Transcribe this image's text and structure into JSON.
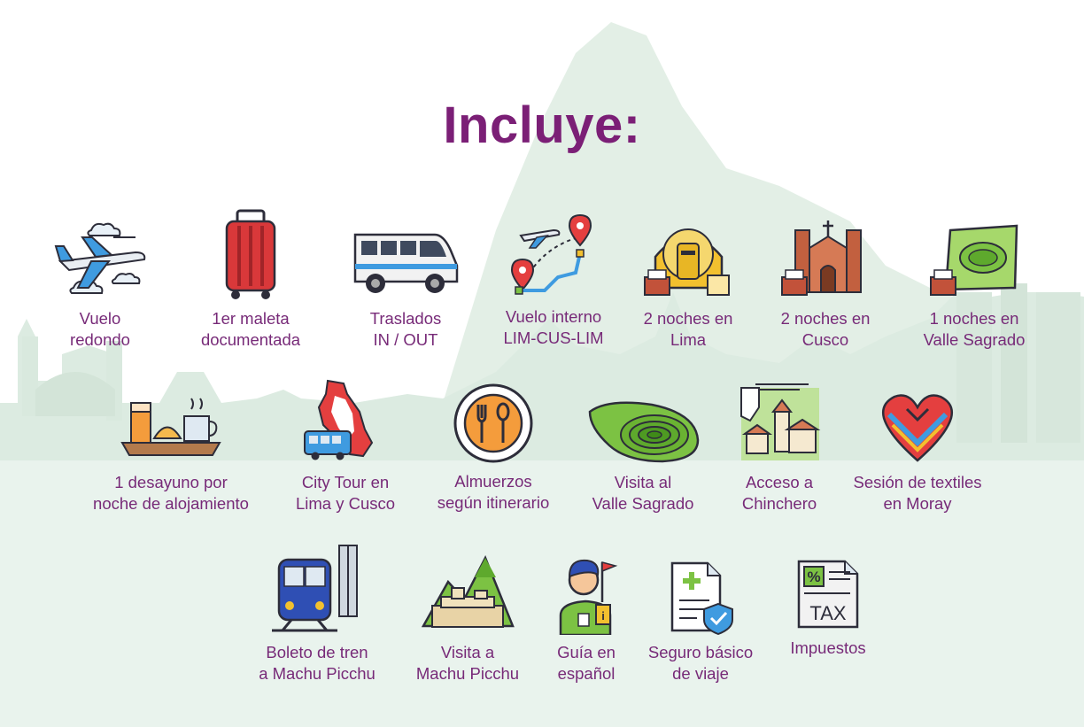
{
  "title": "Incluye:",
  "colors": {
    "title": "#7b1f76",
    "label": "#772a78",
    "background_scene": "#e6f0ea"
  },
  "items": [
    {
      "icon": "airplane-icon",
      "line1": "Vuelo",
      "line2": "redondo"
    },
    {
      "icon": "suitcase-icon",
      "line1": "1er maleta",
      "line2": "documentada"
    },
    {
      "icon": "van-icon",
      "line1": "Traslados",
      "line2": "IN / OUT"
    },
    {
      "icon": "flight-route-icon",
      "line1": "Vuelo interno",
      "line2": "LIM-CUS-LIM"
    },
    {
      "icon": "hotel-lima-icon",
      "line1": "2 noches en",
      "line2": "Lima"
    },
    {
      "icon": "hotel-cusco-icon",
      "line1": "2 noches en",
      "line2": "Cusco"
    },
    {
      "icon": "hotel-valle-icon",
      "line1": "1 noches en",
      "line2": "Valle Sagrado"
    },
    {
      "icon": "breakfast-icon",
      "line1": "1 desayuno por",
      "line2": "noche de alojamiento"
    },
    {
      "icon": "peru-map-bus-icon",
      "line1": "City Tour en",
      "line2": "Lima y Cusco"
    },
    {
      "icon": "plate-icon",
      "line1": "Almuerzos",
      "line2": "según itinerario"
    },
    {
      "icon": "moray-icon",
      "line1": "Visita al",
      "line2": "Valle Sagrado"
    },
    {
      "icon": "village-icon",
      "line1": "Acceso a",
      "line2": "Chinchero"
    },
    {
      "icon": "poncho-icon",
      "line1": "Sesión de textiles",
      "line2": "en Moray"
    },
    {
      "icon": "train-icon",
      "line1": "Boleto de tren",
      "line2": "a Machu Picchu"
    },
    {
      "icon": "machu-picchu-icon",
      "line1": "Visita a",
      "line2": "Machu Picchu"
    },
    {
      "icon": "guide-icon",
      "line1": "Guía en",
      "line2": "español"
    },
    {
      "icon": "insurance-icon",
      "line1": "Seguro básico",
      "line2": "de viaje"
    },
    {
      "icon": "tax-icon",
      "line1": "Impuestos",
      "line2": ""
    }
  ],
  "icon_text": {
    "tax": "TAX",
    "percent": "%",
    "info": "i"
  }
}
